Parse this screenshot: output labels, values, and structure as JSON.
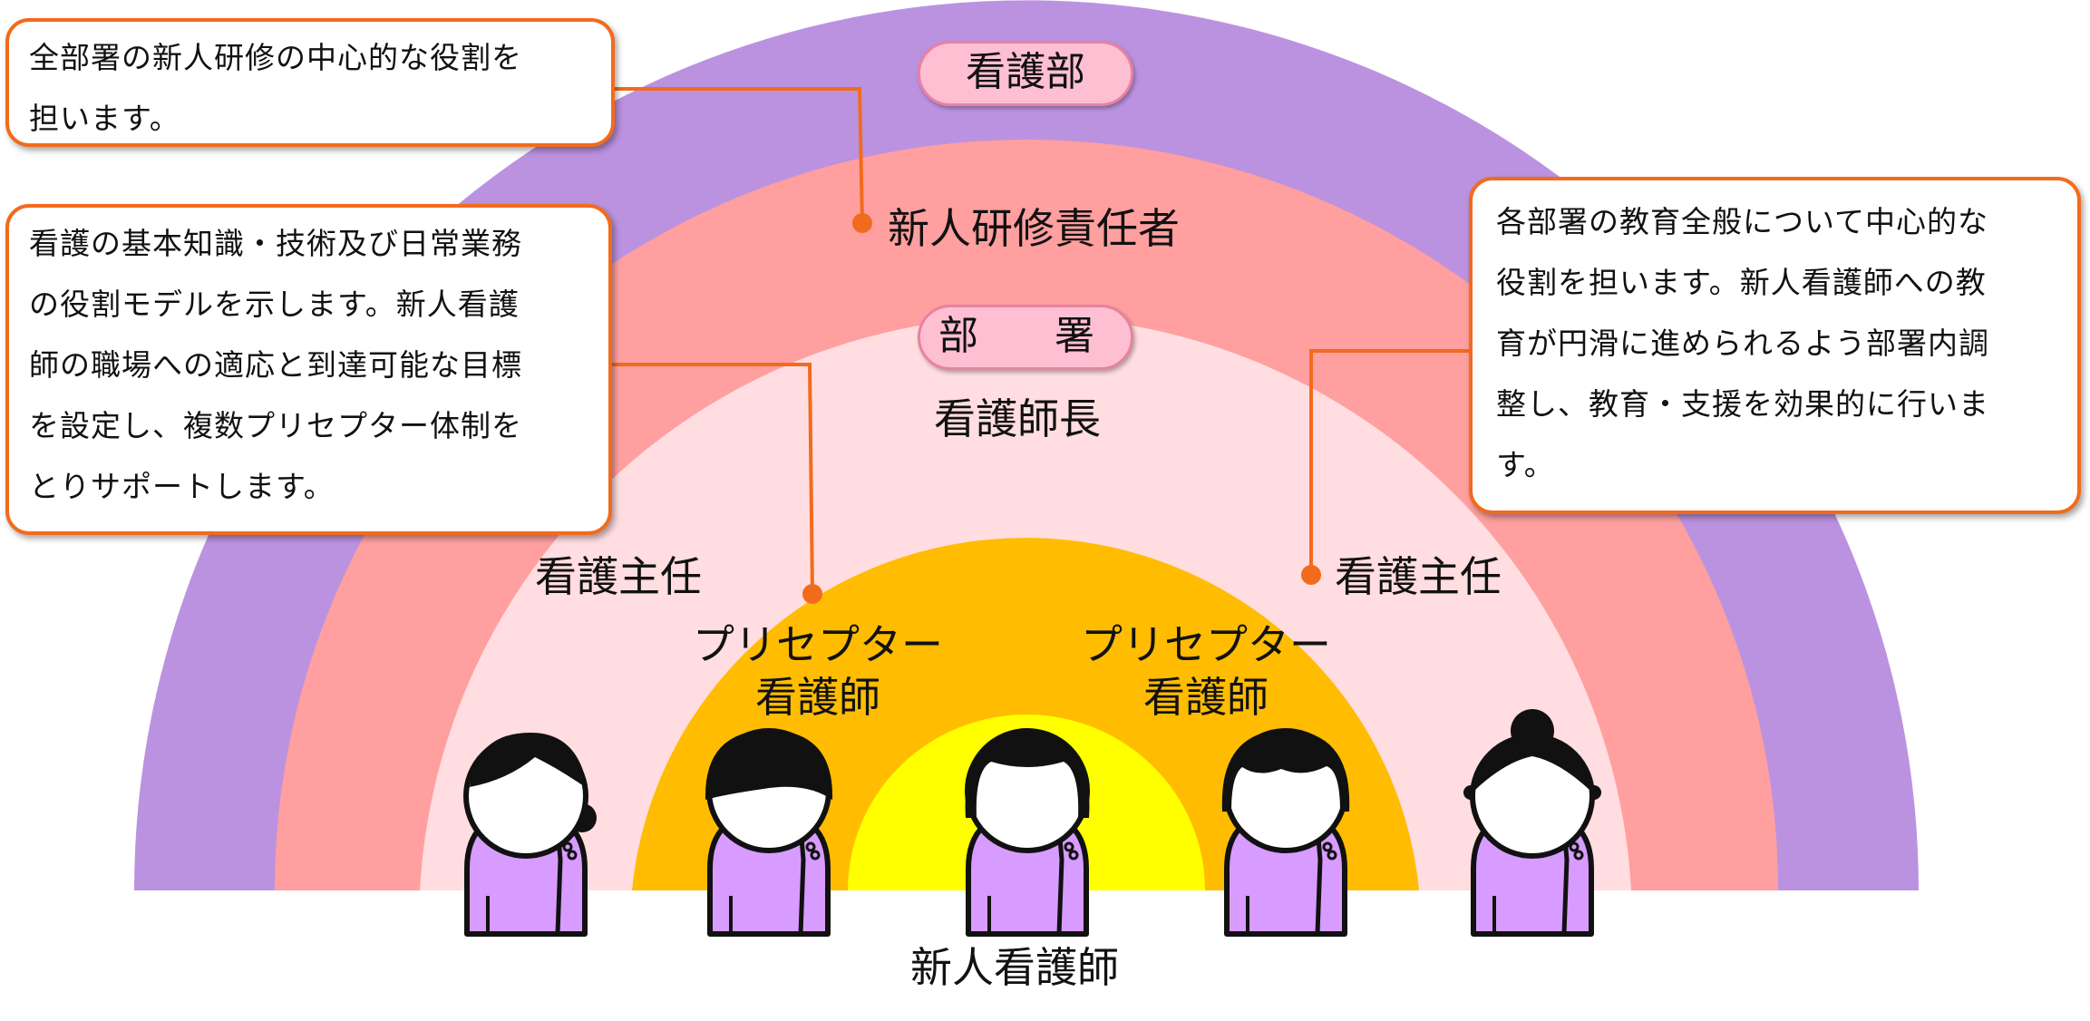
{
  "labels": {
    "nursing_department": "看護部",
    "new_staff_training_manager": "新人研修責任者",
    "department": "部　署",
    "head_nurse": "看護師長",
    "chief_nurse_left": "看護主任",
    "chief_nurse_right": "看護主任",
    "preceptor_nurse_left": "プリセプター\n看護師",
    "preceptor_nurse_right": "プリセプター\n看護師",
    "new_nurse": "新人看護師"
  },
  "callouts": {
    "top_left": "全部署の新人研修の中心的な役割を\n担います。",
    "mid_left": "看護の基本知識・技術及び日常業務\nの役割モデルを示します。新人看護\n師の職場への適応と到達可能な目標\nを設定し、複数プリセプター体制を\nとりサポートします。",
    "right": "各部署の教育全般について中心的な\n役割を担います。新人看護師への教\n育が円滑に進められるよう部署内調\n整し、教育・支援を効果的に行いま\nす。"
  },
  "colors": {
    "outer_arc": "#bb92e0",
    "second_arc": "#ff9f9f",
    "third_arc": "#ffdde0",
    "fourth_arc": "#ffbc00",
    "inner_arc": "#ffff00",
    "callout_border": "#f26b1d",
    "pill_fill": "#ffbfd3",
    "uniform": "#d89bff"
  },
  "icons": [
    "nurse-figure-chief-left",
    "nurse-figure-preceptor-left",
    "nurse-figure-new",
    "nurse-figure-preceptor-right",
    "nurse-figure-chief-right"
  ]
}
